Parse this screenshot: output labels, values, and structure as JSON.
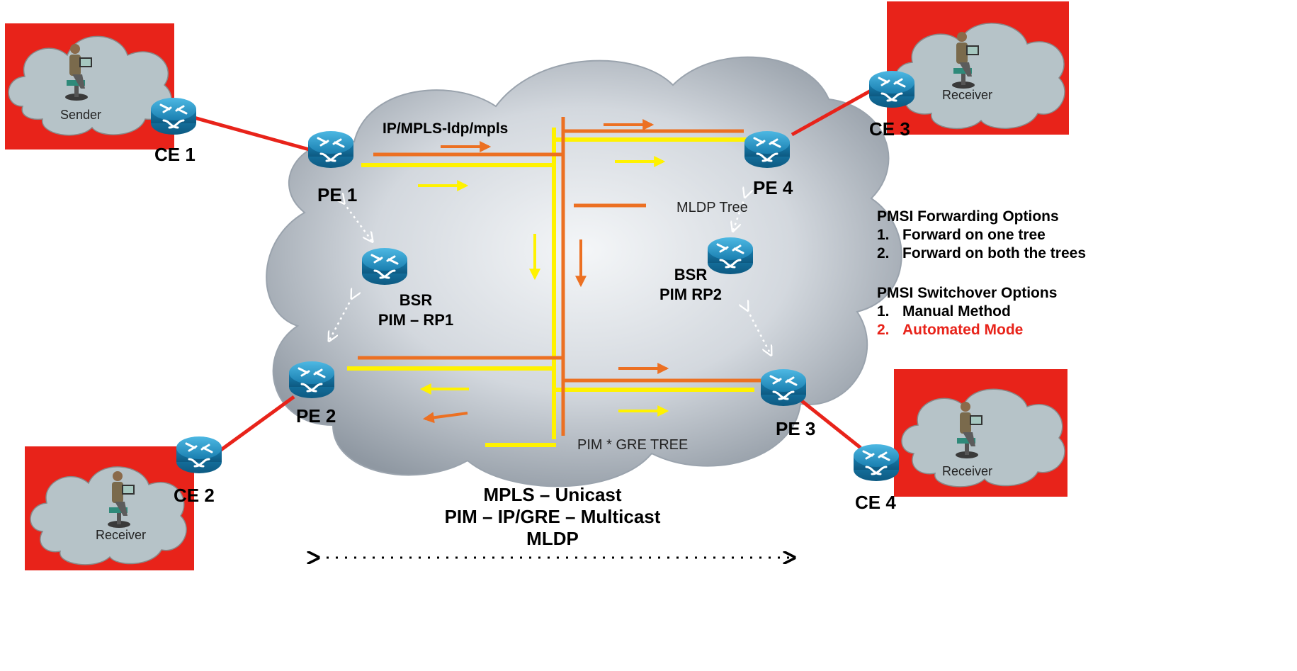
{
  "sites": {
    "sender": "Sender",
    "receiver_ce2": "Receiver",
    "receiver_ce3": "Receiver",
    "receiver_ce4": "Receiver"
  },
  "routers": {
    "pe1": "PE 1",
    "pe2": "PE 2",
    "pe3": "PE 3",
    "pe4": "PE 4",
    "ce1": "CE 1",
    "ce2": "CE 2",
    "ce3": "CE 3",
    "ce4": "CE 4"
  },
  "rp1": {
    "line1": "BSR",
    "line2": "PIM – RP1"
  },
  "rp2": {
    "line1": "BSR",
    "line2": "PIM RP2"
  },
  "labels": {
    "ip_mpls": "IP/MPLS-ldp/mpls",
    "mldp_tree": "MLDP Tree",
    "pim_gre_tree": "PIM * GRE TREE"
  },
  "bottom_text": {
    "line1": "MPLS – Unicast",
    "line2": "PIM – IP/GRE – Multicast",
    "line3": "MLDP"
  },
  "forwarding": {
    "title": "PMSI Forwarding Options",
    "options": [
      {
        "num": "1.",
        "text": "Forward on one tree"
      },
      {
        "num": "2.",
        "text": "Forward on both the trees"
      }
    ]
  },
  "switchover": {
    "title": "PMSI Switchover Options",
    "options": [
      {
        "num": "1.",
        "text": "Manual Method"
      },
      {
        "num": "2.",
        "text": "Automated Mode"
      }
    ]
  },
  "colors": {
    "site_red": "#e8231a",
    "cloud_gray": "#b6c3c8",
    "pim_tree": "#fff200",
    "mldp_tree": "#ec7022",
    "router_blue": "#1a8fc0"
  }
}
